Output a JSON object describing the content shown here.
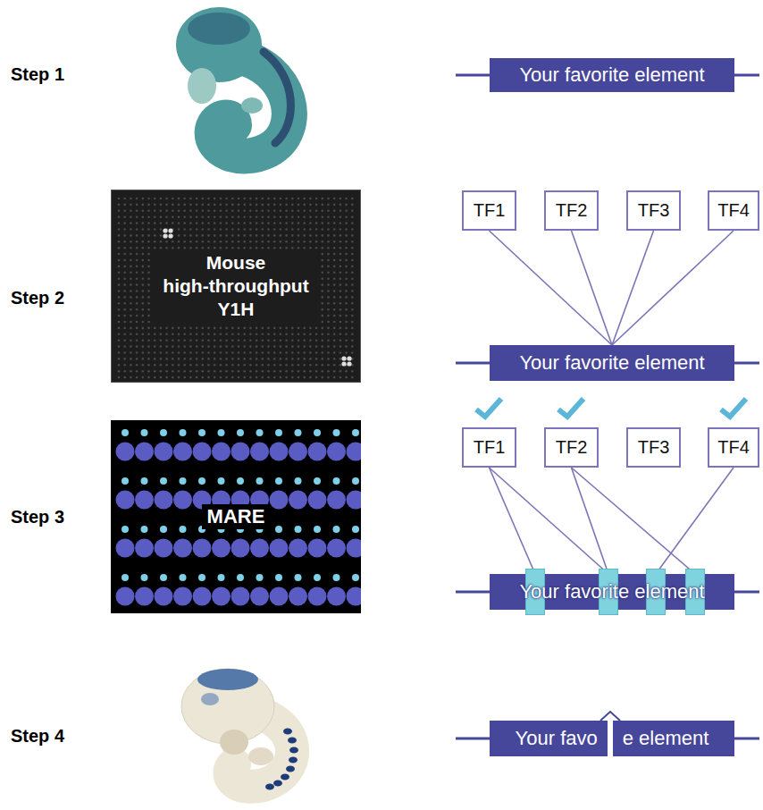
{
  "diagram": {
    "nodes": [
      {
        "text": [
          "Your favorite element"
        ]
      },
      {
        "text": [
          "Mouse high-throughput Y1H"
        ]
      },
      {
        "text": [
          "TF1"
        ]
      },
      {
        "text": [
          "TF2"
        ]
      },
      {
        "text": [
          "TF3"
        ]
      },
      {
        "text": [
          "TF4"
        ]
      },
      {
        "text": [
          "Your favorite element"
        ]
      },
      {
        "text": [
          "MARE"
        ]
      },
      {
        "text": [
          "TF1"
        ]
      },
      {
        "text": [
          "TF2"
        ]
      },
      {
        "text": [
          "TF3"
        ]
      },
      {
        "text": [
          "TF4"
        ]
      },
      {
        "text": [
          "Your favorite element"
        ]
      },
      {
        "text": [
          "Your favo",
          "e element"
        ]
      }
    ],
    "edges": [
      {
        "from": 2,
        "to": 6,
        "arrow": "none"
      },
      {
        "from": 3,
        "to": 6,
        "arrow": "none"
      },
      {
        "from": 4,
        "to": 6,
        "arrow": "none"
      },
      {
        "from": 5,
        "to": 6,
        "arrow": "none"
      },
      {
        "from": 8,
        "to": 12,
        "arrow": "none"
      },
      {
        "from": 8,
        "to": 12,
        "arrow": "none"
      },
      {
        "from": 9,
        "to": 12,
        "arrow": "none"
      },
      {
        "from": 9,
        "to": 12,
        "arrow": "none"
      },
      {
        "from": 11,
        "to": 12,
        "arrow": "none"
      }
    ],
    "labels": [
      "Step 1",
      "Step 2",
      "Step 3",
      "Step 4"
    ]
  }
}
